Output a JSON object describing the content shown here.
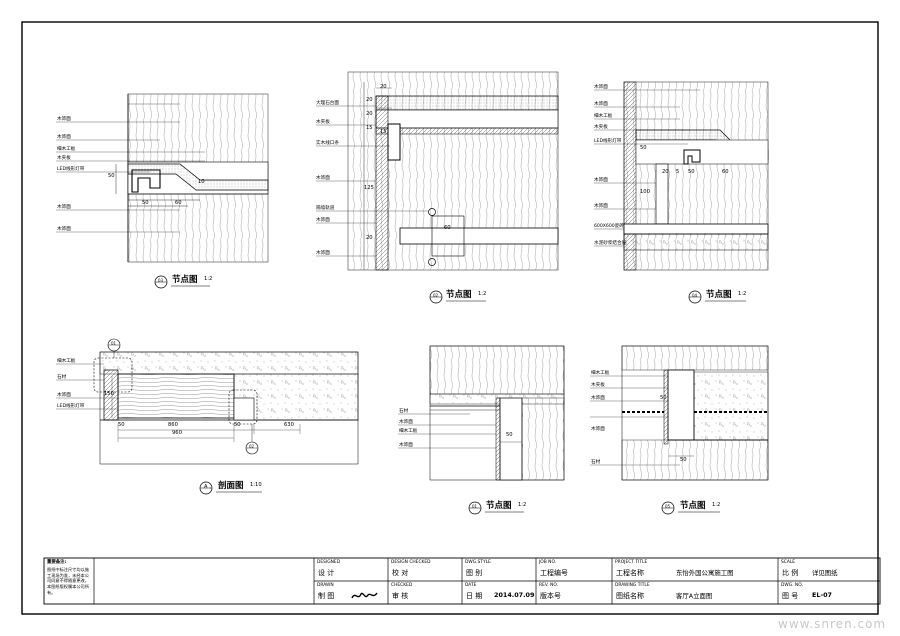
{
  "details": {
    "d1": {
      "labels": [
        "木饰面",
        "木饰面",
        "细木工板",
        "木夹板",
        "LED线形灯带",
        "木饰面",
        "木饰面"
      ],
      "dims": [
        "50",
        "50",
        "60",
        "10"
      ],
      "caption": "节点图",
      "scale": "1:2",
      "tag": "03"
    },
    "d2": {
      "labels": [
        "大理石台面",
        "木夹板",
        "实木线口条",
        "木饰面",
        "隔墙轨道",
        "木饰面",
        "木饰面"
      ],
      "dims": [
        "20",
        "20",
        "20",
        "15",
        "15",
        "125",
        "20",
        "60"
      ],
      "caption": "节点图",
      "scale": "1:2",
      "tag": "02"
    },
    "d3": {
      "labels": [
        "木饰面",
        "木饰面",
        "细木工板",
        "木夹板",
        "LED线形灯带",
        "木饰面",
        "木饰面",
        "600X600瓷砖",
        "水泥砂浆结合层"
      ],
      "dims": [
        "20",
        "5",
        "50",
        "60",
        "50",
        "100"
      ],
      "caption": "节点图",
      "scale": "1:2",
      "tag": "04"
    },
    "d4": {
      "labels": [
        "细木工板",
        "石材",
        "木饰面",
        "LED线形灯带"
      ],
      "dims": [
        "50",
        "860",
        "50",
        "630",
        "960",
        "150"
      ],
      "caption": "剖面图",
      "scale": "1:10",
      "tag": "A",
      "callouts": [
        "01",
        "02"
      ]
    },
    "d5": {
      "labels": [
        "石材",
        "木饰面",
        "细木工板",
        "木饰面"
      ],
      "dims": [
        "50"
      ],
      "caption": "节点图",
      "scale": "1:2",
      "tag": "01"
    },
    "d6": {
      "labels": [
        "细木工板",
        "木夹板",
        "木饰面",
        "木饰面",
        "石材"
      ],
      "dims": [
        "50",
        "50"
      ],
      "caption": "节点图",
      "scale": "1:2",
      "tag": "05"
    }
  },
  "title_block": {
    "notes_title": "重要备注:",
    "notes": "图纸中标注尺寸均以施工现场为准，未经本公司同意不得随意更改，本图纸版权属本公司所有。",
    "designed_head": "DESIGNED",
    "designed": "设 计",
    "design_checked_head": "DESIGN CHECKED",
    "design_checked": "校 对",
    "dwg_style_head": "DWG.STYLE",
    "dwg_style": "图 别",
    "job_no_head": "JOB NO.",
    "job_no": "工程编号",
    "project_title_head": "PROJECT TITLE",
    "project_title": "工程名称",
    "project_name": "东怡外国公寓施工图",
    "scale_head": "SCALE",
    "scale": "比 例",
    "scale_value": "详见图纸",
    "drawn_head": "DRAWN",
    "drawn": "制 图",
    "checked_head": "CHECKED",
    "checked": "审 核",
    "date_head": "DATE",
    "date": "日 期",
    "date_value": "2014.07.09",
    "rev_head": "REV. NO.",
    "rev": "版本号",
    "drawing_title_head": "DRAWING TITLE",
    "drawing_title": "图纸名称",
    "drawing_name": "客厅A立面图",
    "dwg_no_head": "DWG. NO.",
    "dwg_no": "图 号",
    "dwg_no_value": "EL-07"
  },
  "watermark": "www.snren.com"
}
